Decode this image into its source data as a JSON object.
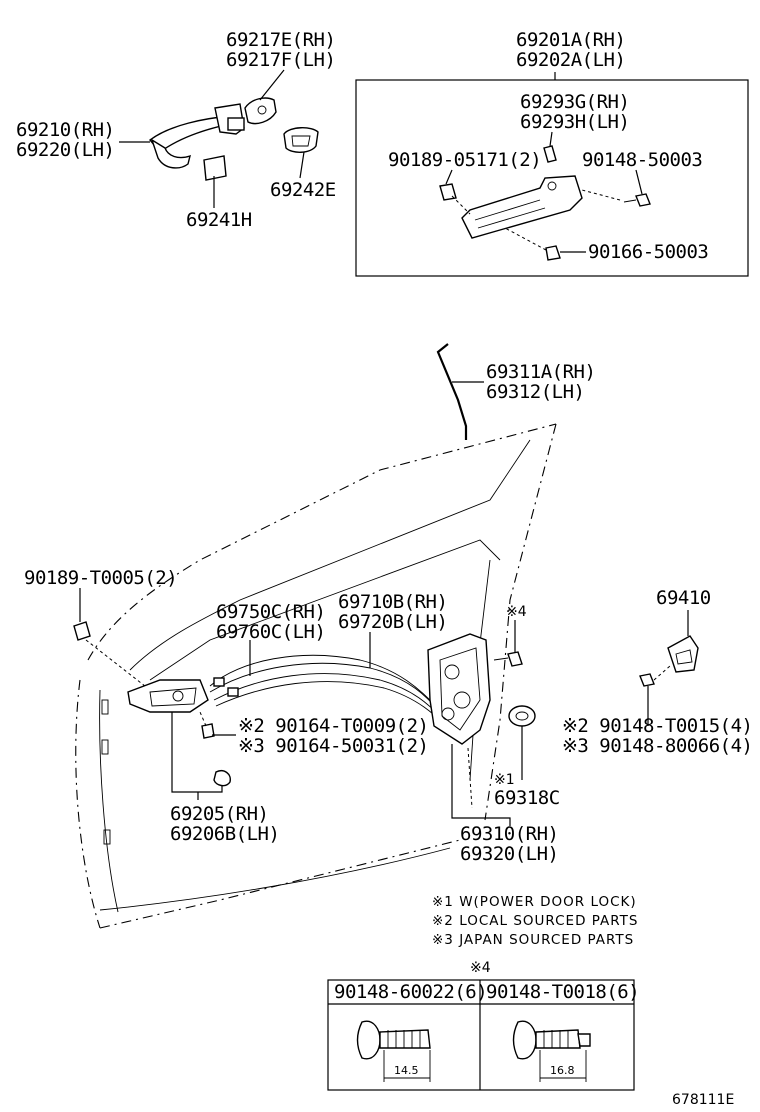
{
  "labels": {
    "l69217": [
      "69217E(RH)",
      "69217F(LH)"
    ],
    "l69201": [
      "69201A(RH)",
      "69202A(LH)"
    ],
    "l69210": [
      "69210(RH)",
      "69220(LH)"
    ],
    "l69293": [
      "69293G(RH)",
      "69293H(LH)"
    ],
    "l90189a": "90189-05171(2)",
    "l90148a": "90148-50003",
    "l69242": "69242E",
    "l69241": "69241H",
    "l90166": "90166-50003",
    "l69311": [
      "69311A(RH)",
      "69312(LH)"
    ],
    "l90189b": "90189-T0005(2)",
    "l69410": "69410",
    "l69750": [
      "69750C(RH)",
      "69760C(LH)"
    ],
    "l69710": [
      "69710B(RH)",
      "69720B(LH)"
    ],
    "mark4a": "※4",
    "l90164": [
      "※2 90164-T0009(2)",
      "※3 90164-50031(2)"
    ],
    "l90148b": [
      "※2 90148-T0015(4)",
      "※3 90148-80066(4)"
    ],
    "mark1": "※1",
    "l69318": "69318C",
    "l69205": [
      "69205(RH)",
      "69206B(LH)"
    ],
    "l69310": [
      "69310(RH)",
      "69320(LH)"
    ]
  },
  "notes": [
    "※1 W(POWER DOOR LOCK)",
    "※2 LOCAL SOURCED PARTS",
    "※3 JAPAN SOURCED PARTS"
  ],
  "table": {
    "mark": "※4",
    "headers": [
      "90148-60022(6)",
      "90148-T0018(6)"
    ],
    "dims": [
      "14.5",
      "16.8"
    ]
  },
  "ref_number": "678111E"
}
